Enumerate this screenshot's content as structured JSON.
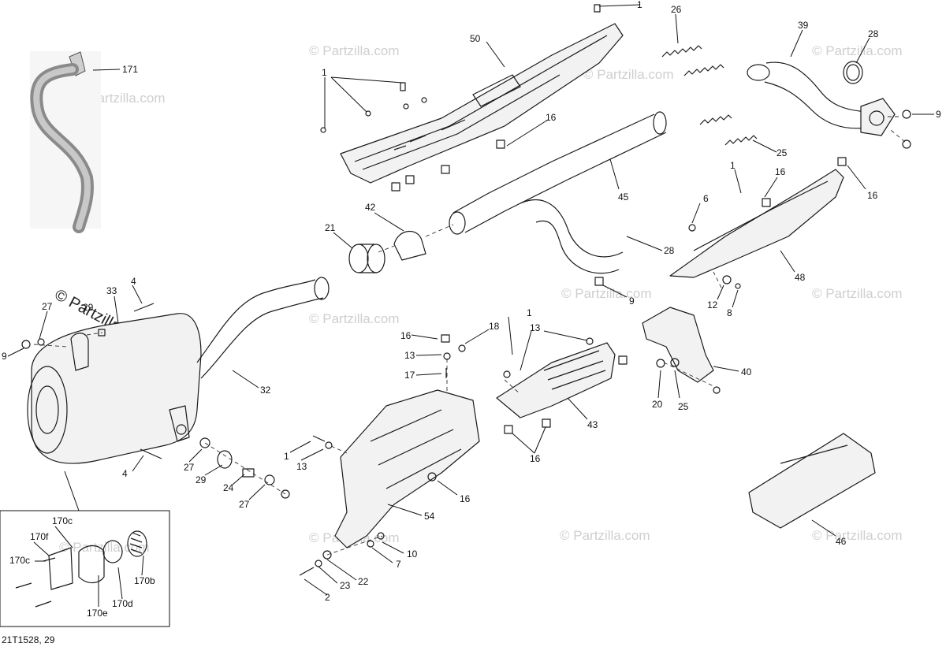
{
  "watermark_text": "© Partzilla.com",
  "drawing_id": "21T1528, 29",
  "callouts": {
    "c1_top": "1",
    "c50": "50",
    "c26": "26",
    "c39": "39",
    "c28_top": "28",
    "c171": "171",
    "c1_left": "1",
    "c16_a": "16",
    "c9_right": "9",
    "c25": "25",
    "c1_guard": "1",
    "c16_guard": "16",
    "c16_end": "16",
    "c45": "45",
    "c42": "42",
    "c21": "21",
    "c6": "6",
    "c28_mid": "28",
    "c9_mid": "9",
    "c48": "48",
    "c12": "12",
    "c8": "8",
    "c33": "33",
    "c4_top": "4",
    "c27_top": "27",
    "c29_top": "29",
    "c9_left": "9",
    "c32": "32",
    "c1_mid": "1",
    "c13_a": "13",
    "c18": "18",
    "c16_b": "16",
    "c13_b": "13",
    "c17": "17",
    "c40": "40",
    "c20": "20",
    "c25_low": "25",
    "c43": "43",
    "c16_c": "16",
    "c1_low": "1",
    "c13_c": "13",
    "c16_d": "16",
    "c4_low": "4",
    "c27_low": "27",
    "c29_low": "29",
    "c24": "24",
    "c27_low2": "27",
    "c54": "54",
    "c10": "10",
    "c7": "7",
    "c22": "22",
    "c23": "23",
    "c2": "2",
    "c46": "46",
    "c170c_top": "170c",
    "c170f": "170f",
    "c170c_left": "170c",
    "c170b": "170b",
    "c170d": "170d",
    "c170e": "170e"
  }
}
